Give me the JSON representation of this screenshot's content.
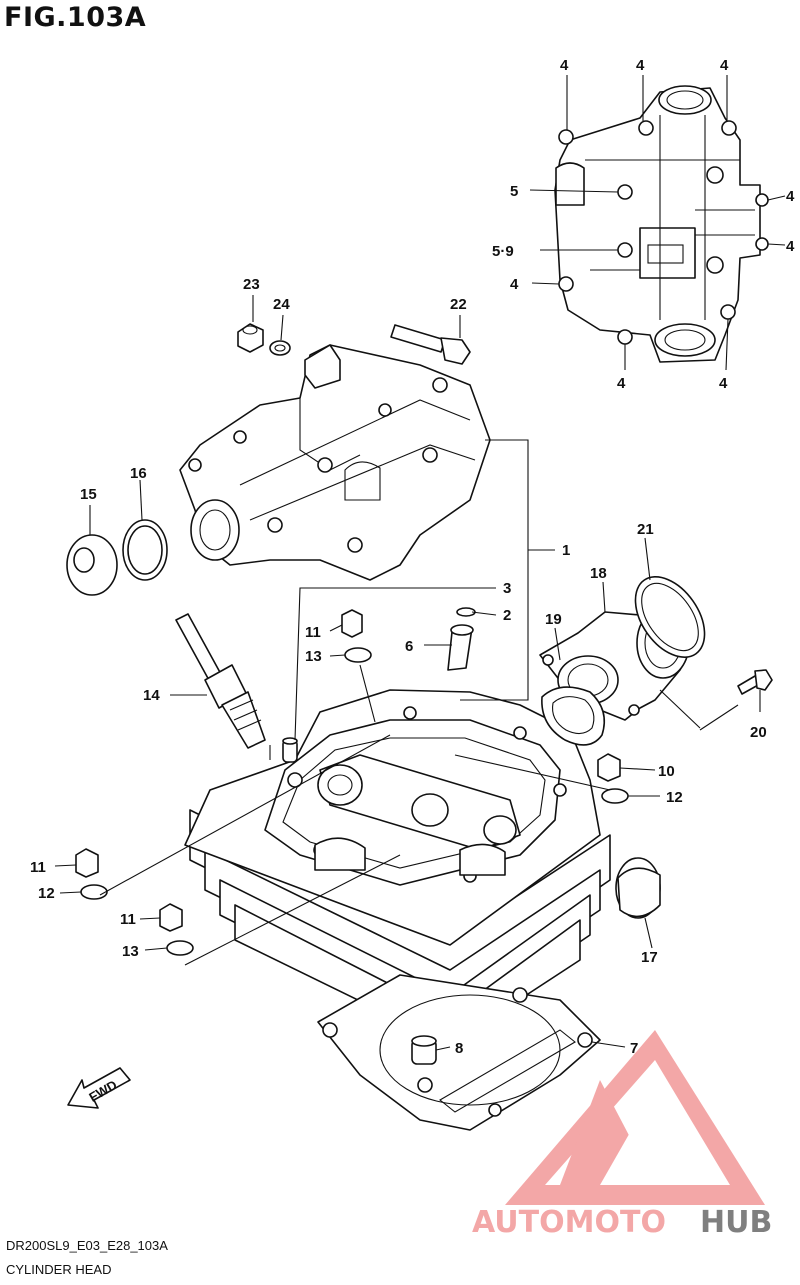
{
  "title": "FIG.103A",
  "callouts": {
    "c1": "1",
    "c2": "2",
    "c3": "3",
    "c4a": "4",
    "c4b": "4",
    "c4c": "4",
    "c4d": "4",
    "c4e": "4",
    "c4f": "4",
    "c4g": "4",
    "c4h": "4",
    "c5": "5",
    "c59": "5·9",
    "c6": "6",
    "c7": "7",
    "c8": "8",
    "c10": "10",
    "c11a": "11",
    "c11b": "11",
    "c11c": "11",
    "c12a": "12",
    "c12b": "12",
    "c13a": "13",
    "c13b": "13",
    "c14": "14",
    "c15": "15",
    "c16": "16",
    "c17": "17",
    "c18": "18",
    "c19": "19",
    "c20": "20",
    "c21": "21",
    "c22": "22",
    "c23": "23",
    "c24": "24"
  },
  "fwd_label": "FWD",
  "footer": {
    "code": "DR200SL9_E03_E28_103A",
    "caption": "CYLINDER HEAD"
  },
  "watermark": {
    "part1": "AUTOMOTO",
    "part2": "HUB",
    "color_main": "#f08a8a",
    "color_dark": "#555555"
  }
}
